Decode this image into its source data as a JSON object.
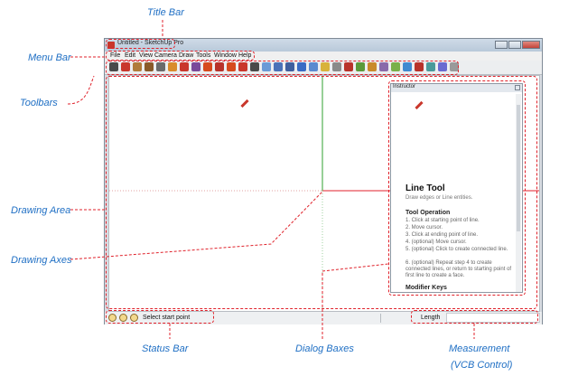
{
  "labels": {
    "title_bar": "Title Bar",
    "menu_bar": "Menu Bar",
    "toolbars": "Toolbars",
    "drawing_area": "Drawing Area",
    "drawing_axes": "Drawing Axes",
    "status_bar": "Status Bar",
    "dialog_boxes": "Dialog Baxes",
    "measurement": "Measurement",
    "vcb_control": "(VCB Control)"
  },
  "window": {
    "title": "Untitled - SketchUp Pro"
  },
  "menu": [
    "File",
    "Edit",
    "View",
    "Camera",
    "Draw",
    "Tools",
    "Window",
    "Help"
  ],
  "toolbar_icons": [
    "select-icon",
    "pencil-icon",
    "rectangle-icon",
    "circle-icon",
    "arc-icon",
    "eraser-icon",
    "paint-bucket-icon",
    "push-pull-icon",
    "follow-me-icon",
    "move-icon",
    "rotate-icon",
    "scale-icon",
    "offset-icon",
    "tape-measure-icon",
    "dimension-icon",
    "protractor-icon",
    "text-icon",
    "axes-icon",
    "3d-text-icon",
    "orbit-icon",
    "pan-icon",
    "zoom-icon",
    "zoom-window-icon",
    "zoom-extents-icon",
    "components-icon",
    "warehouse-icon",
    "share-model-icon",
    "share-component-icon",
    "extension-icon",
    "styles-icon"
  ],
  "instructor": {
    "title": "Instructor",
    "tool_name": "Line Tool",
    "tool_desc": "Draw edges or Line entities.",
    "op_heading": "Tool Operation",
    "steps": [
      "1. Click at starting point of line.",
      "2. Move cursor.",
      "3. Click at ending point of line.",
      "4. (optional) Move cursor.",
      "5. (optional) Click to create connected line.",
      "6. (optional) Repeat step 4 to create connected lines, or return to starting point of first line to create a face."
    ],
    "mod_heading": "Modifier Keys"
  },
  "status": {
    "text": "Select start point",
    "measurement_label": "Length"
  },
  "colors": {
    "accent": "#1f6fc4",
    "callout_line": "#e0222b",
    "axis_green": "#2fa12f",
    "axis_red": "#e0222b"
  }
}
